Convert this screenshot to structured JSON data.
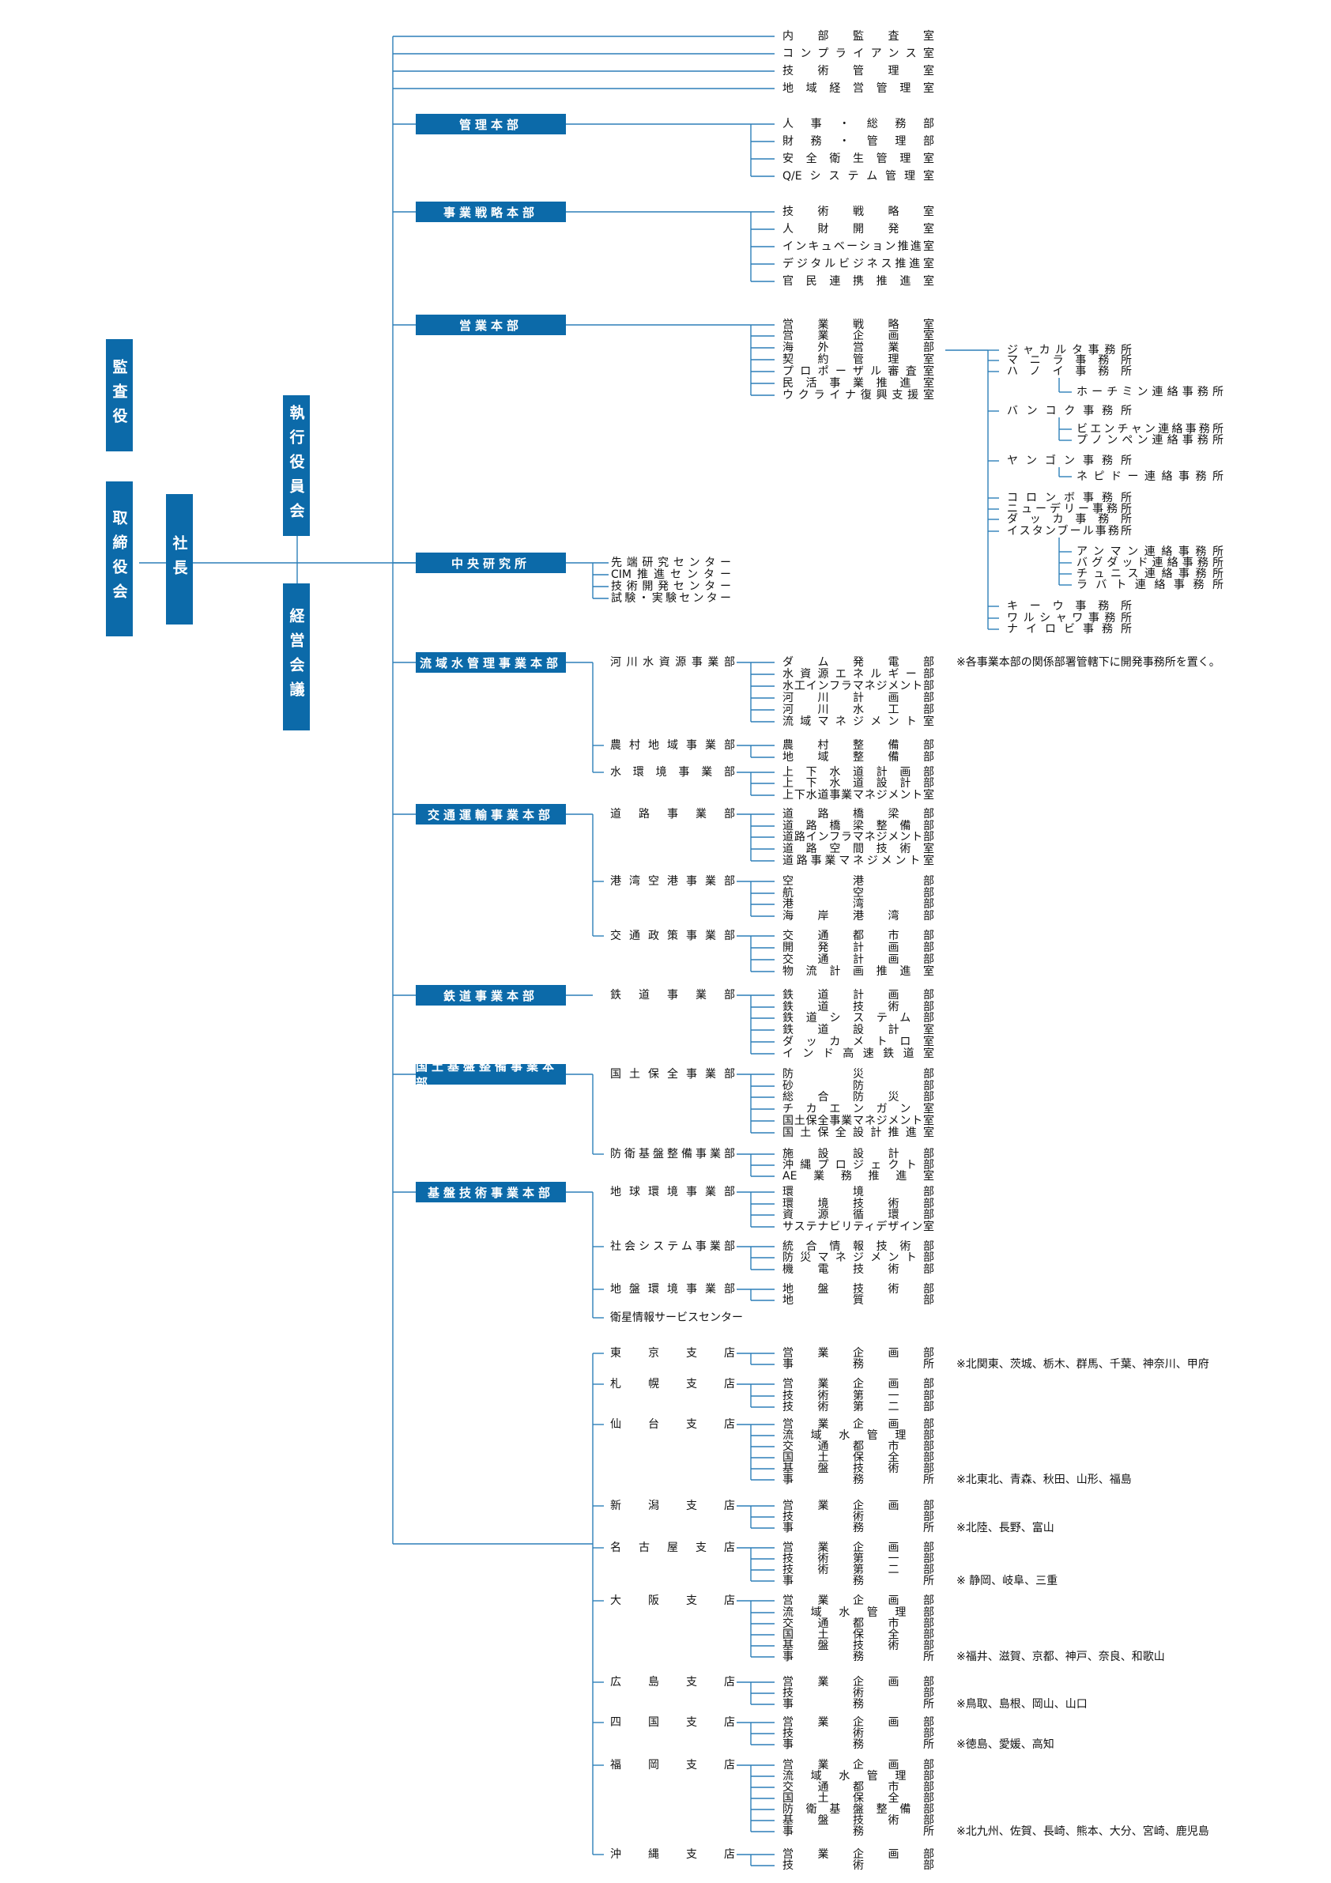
{
  "top_boxes": {
    "kansayaku": "監査役",
    "torishimariyakukai": "取締役会",
    "shacho": "社長",
    "shikko_yakuinkai": "執行役員会",
    "keiei_kaigi": "経営会議"
  },
  "direct_offices": [
    "内部監査室",
    "コンプライアンス室",
    "技術管理室",
    "地域経営管理室"
  ],
  "headquarters": [
    {
      "name": "管理本部",
      "depts": [
        "人事・総務部",
        "財務・管理部",
        "安全衛生管理室",
        "Q/Eシステム管理室"
      ]
    },
    {
      "name": "事業戦略本部",
      "depts": [
        "技術戦略室",
        "人財開発室",
        "インキュベーション推進室",
        "デジタルビジネス推進室",
        "官民連携推進室"
      ]
    },
    {
      "name": "営業本部",
      "depts": [
        "営業戦略室",
        "営業企画室",
        "海外営業部",
        "契約管理室",
        "プロポーザル審査室",
        "民活事業推進室",
        "ウクライナ復興支援室"
      ]
    },
    {
      "name": "中央研究所",
      "depts": [
        "先端研究センター",
        "CIM推進センター",
        "技術開発センター",
        "試験・実験センター"
      ]
    }
  ],
  "overseas_offices": [
    {
      "name": "ジャカルタ事務所",
      "level": 1
    },
    {
      "name": "マニラ事務所",
      "level": 1
    },
    {
      "name": "ハノイ事務所",
      "level": 1
    },
    {
      "name": "ホーチミン連絡事務所",
      "level": 2
    },
    {
      "name": "バンコク事務所",
      "level": 1
    },
    {
      "name": "ビエンチャン連絡事務所",
      "level": 2
    },
    {
      "name": "プノンペン連絡事務所",
      "level": 2
    },
    {
      "name": "ヤンゴン事務所",
      "level": 1
    },
    {
      "name": "ネピドー連絡事務所",
      "level": 2
    },
    {
      "name": "コロンボ事務所",
      "level": 1
    },
    {
      "name": "ニューデリー事務所",
      "level": 1
    },
    {
      "name": "ダッカ事務所",
      "level": 1
    },
    {
      "name": "イスタンブール事務所",
      "level": 1
    },
    {
      "name": "アンマン連絡事務所",
      "level": 2
    },
    {
      "name": "バグダッド連絡事務所",
      "level": 2
    },
    {
      "name": "チュニス連絡事務所",
      "level": 2
    },
    {
      "name": "ラバト連絡事務所",
      "level": 2
    },
    {
      "name": "キーウ事務所",
      "level": 1
    },
    {
      "name": "ワルシャワ事務所",
      "level": 1
    },
    {
      "name": "ナイロビ事務所",
      "level": 1
    }
  ],
  "overseas_note": "※各事業本部の関係部署管轄下に開発事務所を置く。",
  "business_hq": [
    {
      "name": "流域水管理事業本部",
      "divisions": [
        {
          "name": "河川水資源事業部",
          "depts": [
            "ダム発電部",
            "水資源エネルギー部",
            "水工インフラマネジメント部",
            "河川計画部",
            "河川水工部",
            "流域マネジメント室"
          ]
        },
        {
          "name": "農村地域事業部",
          "depts": [
            "農村整備部",
            "地域整備部"
          ]
        },
        {
          "name": "水環境事業部",
          "depts": [
            "上下水道計画部",
            "上下水道設計部",
            "上下水道事業マネジメント室"
          ]
        }
      ]
    },
    {
      "name": "交通運輸事業本部",
      "divisions": [
        {
          "name": "道路事業部",
          "depts": [
            "道路橋梁部",
            "道路橋梁整備部",
            "道路インフラマネジメント部",
            "道路空間技術室",
            "道路事業マネジメント室"
          ]
        },
        {
          "name": "港湾空港事業部",
          "depts": [
            "空港部",
            "航空部",
            "港湾部",
            "海岸港湾部"
          ]
        },
        {
          "name": "交通政策事業部",
          "depts": [
            "交通都市部",
            "開発計画部",
            "交通計画部",
            "物流計画推進室"
          ]
        }
      ]
    },
    {
      "name": "鉄道事業本部",
      "divisions": [
        {
          "name": "鉄道事業部",
          "depts": [
            "鉄道計画部",
            "鉄道技術部",
            "鉄道システム部",
            "鉄道設計室",
            "ダッカメトロ室",
            "インド高速鉄道室"
          ]
        }
      ]
    },
    {
      "name": "国土基盤整備事業本部",
      "divisions": [
        {
          "name": "国土保全事業部",
          "depts": [
            "防災部",
            "砂防部",
            "総合防災部",
            "チカエンガン室",
            "国土保全事業マネジメント室",
            "国土保全設計推進室"
          ]
        },
        {
          "name": "防衛基盤整備事業部",
          "depts": [
            "施設設計部",
            "沖縄プロジェクト部",
            "AE業務推進室"
          ]
        }
      ]
    },
    {
      "name": "基盤技術事業本部",
      "divisions": [
        {
          "name": "地球環境事業部",
          "depts": [
            "環境部",
            "環境技術部",
            "資源循環部",
            "サステナビリティデザイン室"
          ]
        },
        {
          "name": "社会システム事業部",
          "depts": [
            "統合情報技術部",
            "防災マネジメント部",
            "機電技術部"
          ]
        },
        {
          "name": "地盤環境事業部",
          "depts": [
            "地盤技術部",
            "地質部"
          ]
        },
        {
          "name": "衛星情報サービスセンター",
          "depts": []
        }
      ]
    }
  ],
  "branches": [
    {
      "name": "東京支店",
      "depts": [
        "営業企画部",
        "事務所"
      ],
      "note": "※北関東、茨城、栃木、群馬、千葉、神奈川、甲府"
    },
    {
      "name": "札幌支店",
      "depts": [
        "営業企画部",
        "技術第一部",
        "技術第二部"
      ],
      "note": ""
    },
    {
      "name": "仙台支店",
      "depts": [
        "営業企画部",
        "流域水管理部",
        "交通都市部",
        "国土保全部",
        "基盤技術部",
        "事務所"
      ],
      "note": "※北東北、青森、秋田、山形、福島"
    },
    {
      "name": "新潟支店",
      "depts": [
        "営業企画部",
        "技術部",
        "事務所"
      ],
      "note": "※北陸、長野、富山"
    },
    {
      "name": "名古屋支店",
      "depts": [
        "営業企画部",
        "技術第一部",
        "技術第二部",
        "事務所"
      ],
      "note": "※ 静岡、岐阜、三重"
    },
    {
      "name": "大阪支店",
      "depts": [
        "営業企画部",
        "流域水管理部",
        "交通都市部",
        "国土保全部",
        "基盤技術部",
        "事務所"
      ],
      "note": "※福井、滋賀、京都、神戸、奈良、和歌山"
    },
    {
      "name": "広島支店",
      "depts": [
        "営業企画部",
        "技術部",
        "事務所"
      ],
      "note": "※鳥取、島根、岡山、山口"
    },
    {
      "name": "四国支店",
      "depts": [
        "営業企画部",
        "技術部",
        "事務所"
      ],
      "note": "※徳島、愛媛、高知"
    },
    {
      "name": "福岡支店",
      "depts": [
        "営業企画部",
        "流域水管理部",
        "交通都市部",
        "国土保全部",
        "防衛基盤整備部",
        "基盤技術部",
        "事務所"
      ],
      "note": "※北九州、佐賀、長崎、熊本、大分、宮崎、鹿児島"
    },
    {
      "name": "沖縄支店",
      "depts": [
        "営業企画部",
        "技術部"
      ],
      "note": ""
    }
  ],
  "colors": {
    "box": "#0c6aa9",
    "line": "#2d7fb8"
  }
}
